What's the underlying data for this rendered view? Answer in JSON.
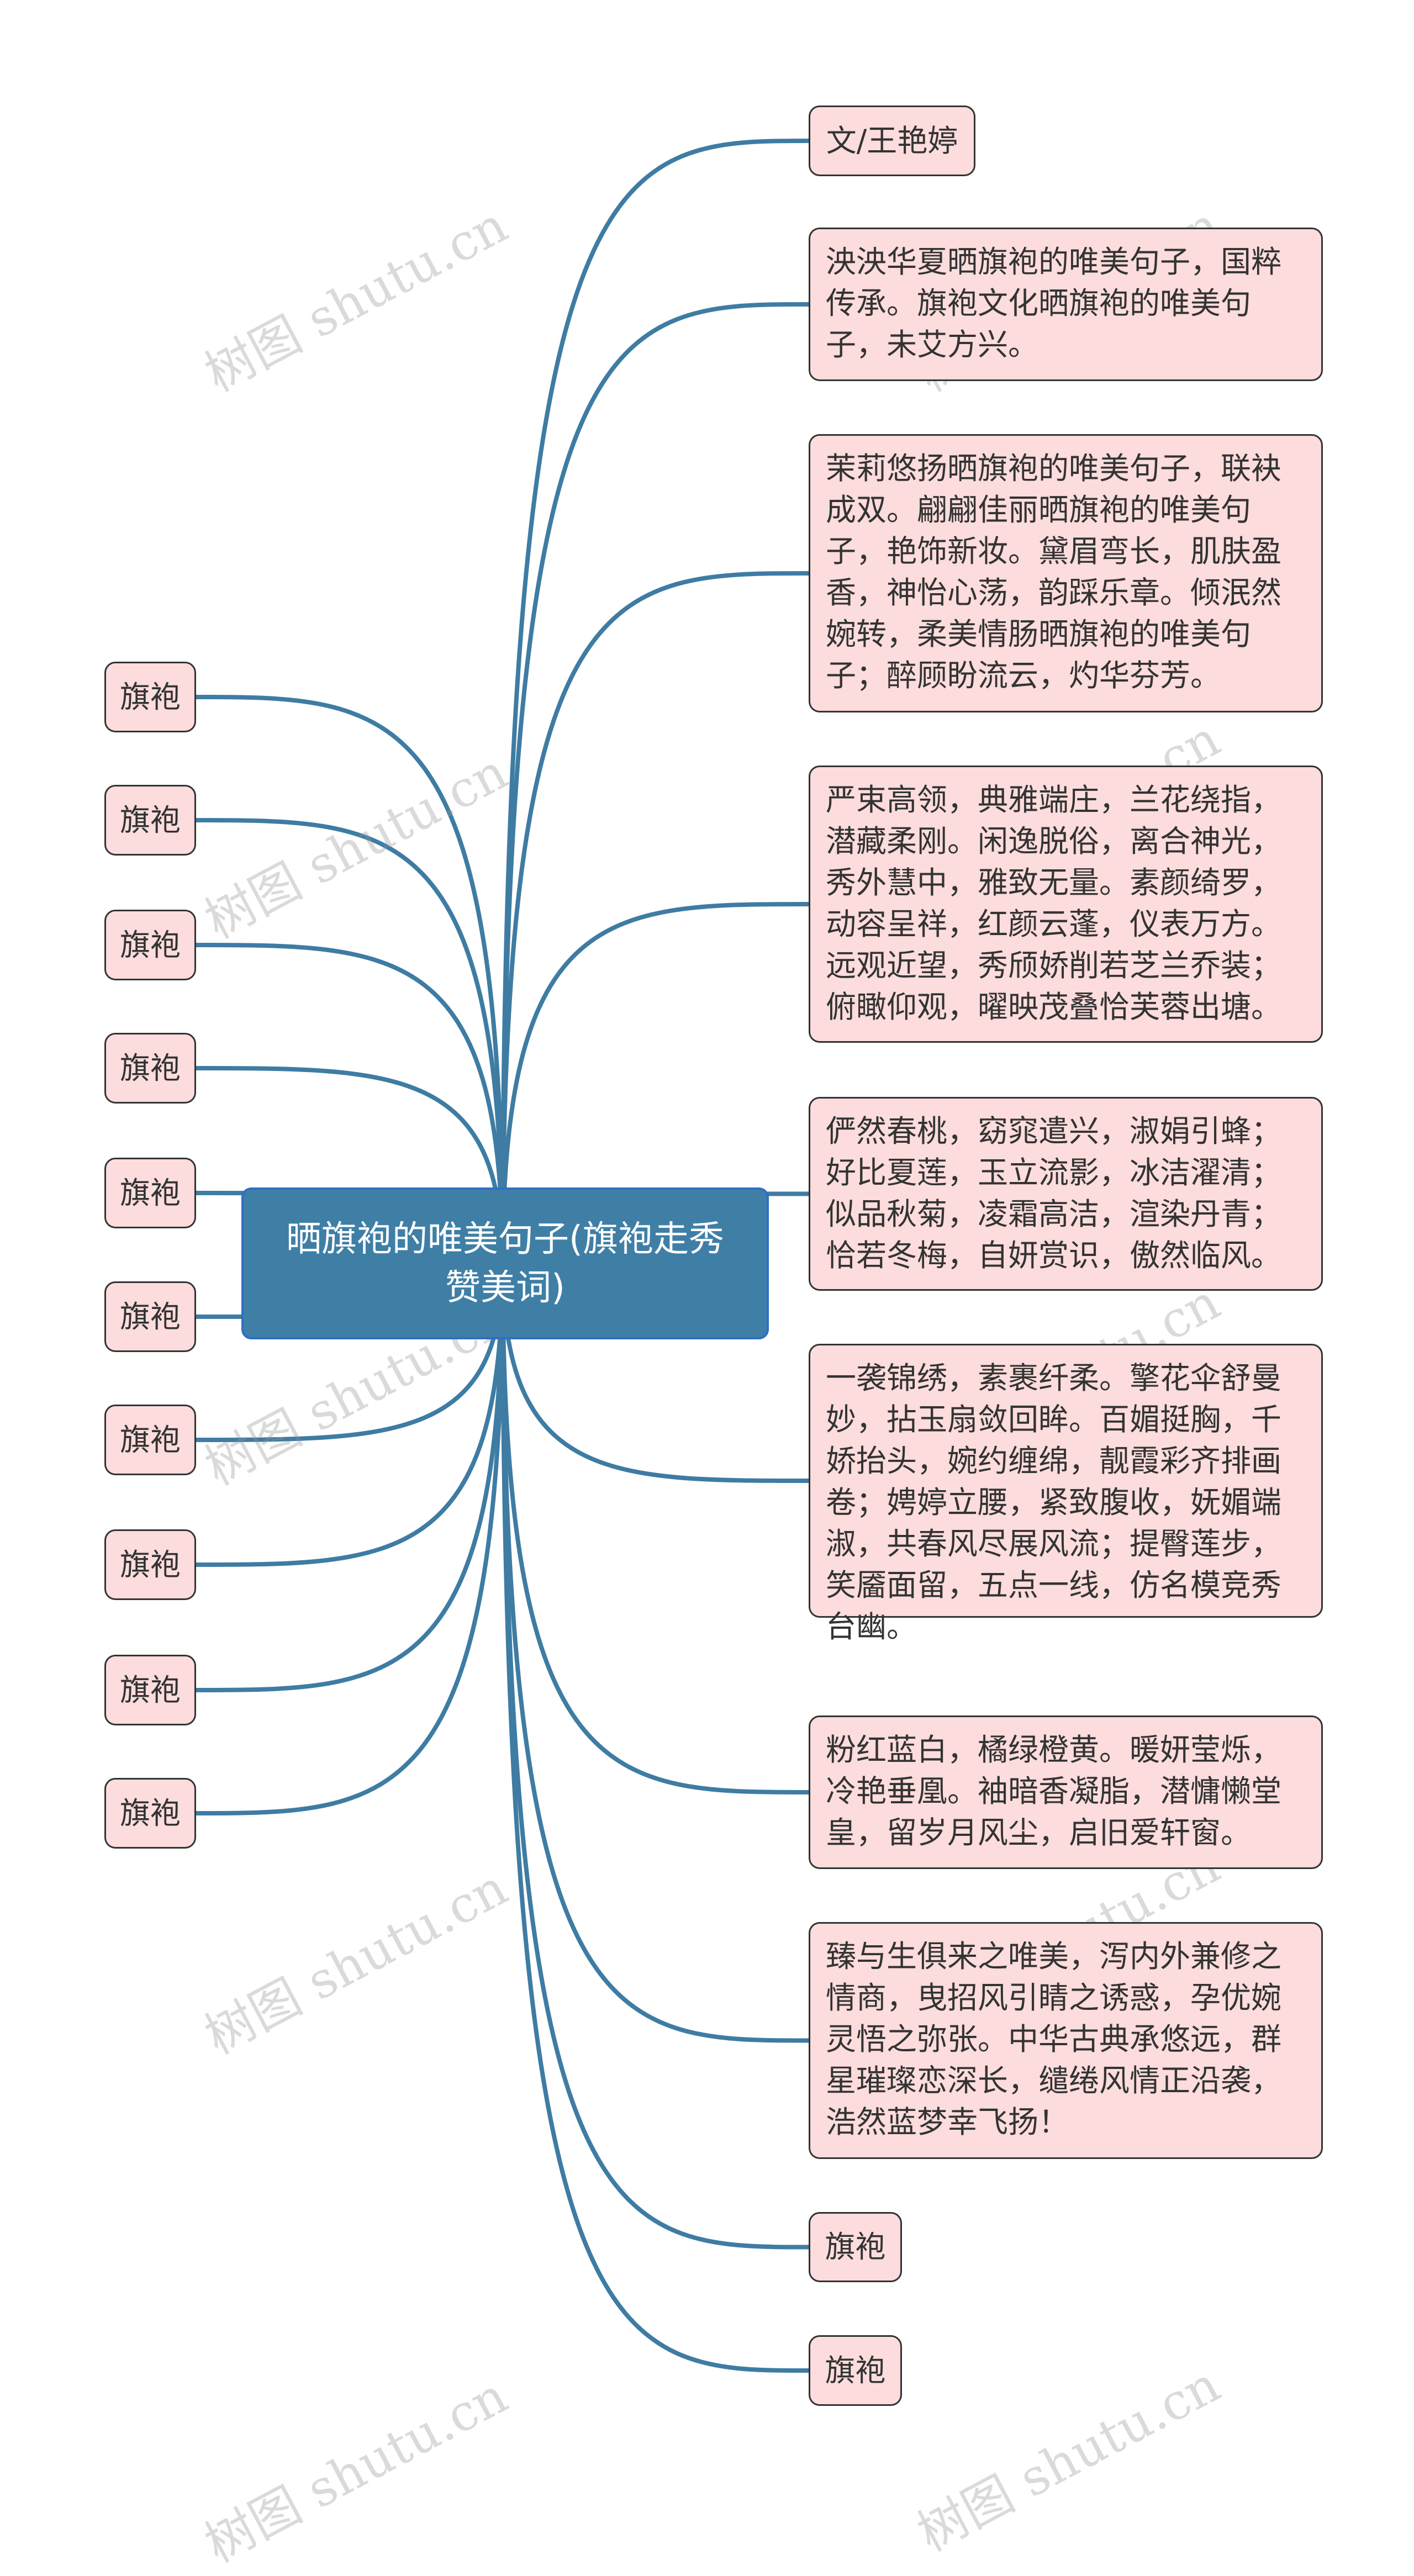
{
  "colors": {
    "edge": "#3e7ca3",
    "node_fill": "#fcdcdc",
    "node_border": "#333333",
    "center_fill": "#3f7fa6",
    "center_border": "#2f6ec8"
  },
  "center": {
    "title": "晒旗袍的唯美句子(旗袍走秀赞美词)"
  },
  "right_nodes": [
    {
      "text": "文/王艳婷"
    },
    {
      "text": "泱泱华夏晒旗袍的唯美句子，国粹传承。旗袍文化晒旗袍的唯美句子，未艾方兴。"
    },
    {
      "text": "茉莉悠扬晒旗袍的唯美句子，联袂成双。翩翩佳丽晒旗袍的唯美句子，艳饰新妆。黛眉弯长，肌肤盈香，神怡心荡，韵踩乐章。倾泯然婉转，柔美情肠晒旗袍的唯美句子；醉顾盼流云，灼华芬芳。"
    },
    {
      "text": "严束高领，典雅端庄，兰花绕指，潜藏柔刚。闲逸脱俗，离合神光，秀外慧中，雅致无量。素颜绮罗，动容呈祥，红颜云蓬，仪表万方。远观近望，秀颀娇削若芝兰乔装；俯瞰仰观，曜映茂叠恰芙蓉出塘。"
    },
    {
      "text": "俨然春桃，窈窕遣兴，淑娟引蜂；好比夏莲，玉立流影，冰洁濯清；似品秋菊，凌霜高洁，渲染丹青；恰若冬梅，自妍赏识，傲然临风。"
    },
    {
      "text": "一袭锦绣，素裹纤柔。擎花伞舒曼妙，拈玉扇敛回眸。百媚挺胸，千娇抬头，婉约缠绵，靓霞彩齐排画卷；娉婷立腰，紧致腹收，妩媚端淑，共春风尽展风流；提臀莲步，笑靥面留，五点一线，仿名模竞秀台幽。"
    },
    {
      "text": "粉红蓝白，橘绿橙黄。暖妍莹烁，冷艳垂凰。袖暗香凝脂，潜慵懒堂皇，留岁月风尘，启旧爱轩窗。"
    },
    {
      "text": "臻与生俱来之唯美，泻内外兼修之情商，曳招风引睛之诱惑，孕优婉灵悟之弥张。中华古典承悠远，群星璀璨恋深长，缱绻风情正沿袭，浩然蓝梦幸飞扬！"
    },
    {
      "text": "旗袍"
    },
    {
      "text": "旗袍"
    }
  ],
  "left_nodes": [
    {
      "text": "旗袍"
    },
    {
      "text": "旗袍"
    },
    {
      "text": "旗袍"
    },
    {
      "text": "旗袍"
    },
    {
      "text": "旗袍"
    },
    {
      "text": "旗袍"
    },
    {
      "text": "旗袍"
    },
    {
      "text": "旗袍"
    },
    {
      "text": "旗袍"
    },
    {
      "text": "旗袍"
    }
  ],
  "watermark": "树图 shutu.cn"
}
